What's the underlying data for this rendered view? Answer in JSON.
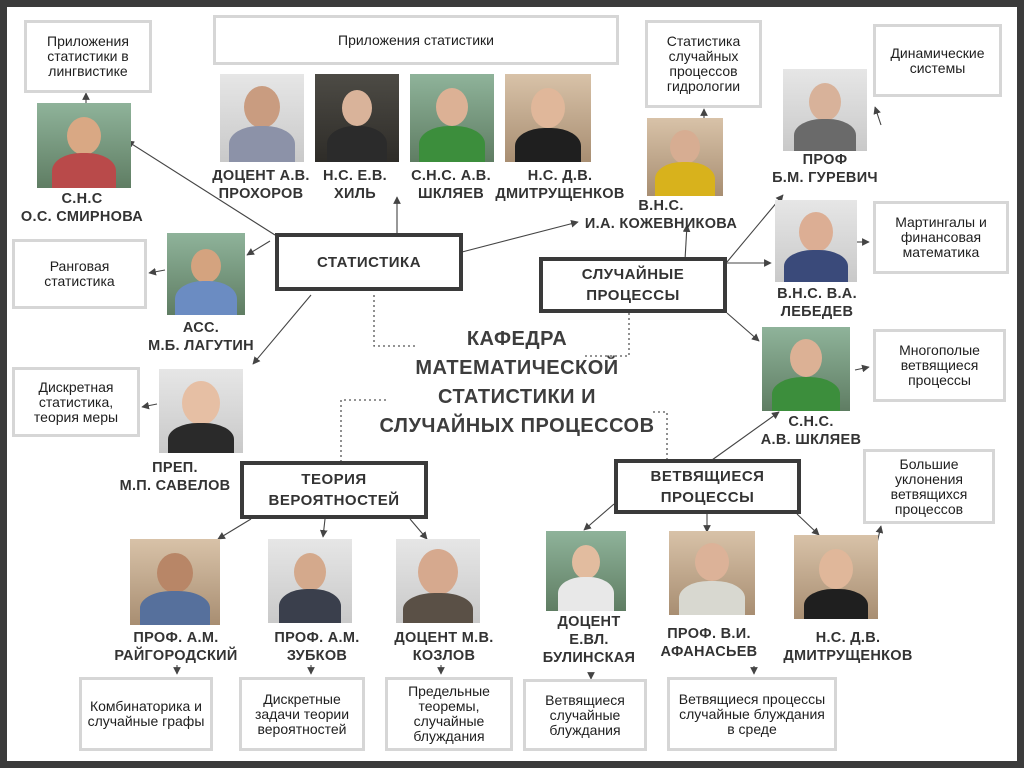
{
  "title": {
    "line1": "КАФЕДРА",
    "line2": "МАТЕМАТИЧЕСКОЙ",
    "line3": "СТАТИСТИКИ И",
    "line4": "СЛУЧАЙНЫХ ПРОЦЕССОВ"
  },
  "branches": {
    "statistics": "СТАТИСТИКА",
    "random_processes": "СЛУЧАЙНЫЕ ПРОЦЕССЫ",
    "probability": "ТЕОРИЯ ВЕРОЯТНОСТЕЙ",
    "branching": "ВЕТВЯЩИЕСЯ ПРОЦЕССЫ"
  },
  "topics": {
    "ling": "Приложения статистики в лингвистике",
    "stat_apps": "Приложения статистики",
    "rank": "Ранговая статистика",
    "discrete": "Дискретная статистика, теория меры",
    "hydro": "Статистика случайных процессов гидрологии",
    "dynamic": "Динамические системы",
    "martingales": "Мартингалы и финансовая математика",
    "multitype": "Многополые ветвящиеся процессы",
    "large_dev": "Большие уклонения ветвящихся процессов",
    "combinatorics": "Комбинаторика и случайные графы",
    "discrete_prob": "Дискретные задачи теории вероятностей",
    "limit": "Предельные теоремы, случайные блуждания",
    "branch_walks": "Ветвящиеся случайные блуждания",
    "branch_env": "Ветвящиеся процессы случайные блуждания в среде"
  },
  "people": {
    "smirnova": "С.Н.С\nО.С. СМИРНОВА",
    "prokhorov": "ДОЦЕНТ А.В.\nПРОХОРОВ",
    "khil": "Н.С. Е.В.\nХИЛЬ",
    "shklyaev_top": "С.Н.С. А.В.\nШКЛЯЕВ",
    "dmitr_top": "Н.С. Д.В.\nДМИТРУЩЕНКОВ",
    "lagutin": "АСС.\nМ.Б. ЛАГУТИН",
    "savelov": "ПРЕП.\nМ.П. САВЕЛОВ",
    "kozhevnikova": "В.Н.С.\nИ.А. КОЖЕВНИКОВА",
    "gurevich": "ПРОФ\nБ.М. ГУРЕВИЧ",
    "lebedev": "В.Н.С. В.А.\nЛЕБЕДЕВ",
    "shklyaev_right": "С.Н.С.\nА.В. ШКЛЯЕВ",
    "raigorodsky": "ПРОФ. А.М.\nРАЙГОРОДСКИЙ",
    "zubkov": "ПРОФ. А.М.\nЗУБКОВ",
    "kozlov": "ДОЦЕНТ М.В.\nКОЗЛОВ",
    "bulinskaya": "ДОЦЕНТ\nЕ.ВЛ.\nБУЛИНСКАЯ",
    "afanasyev": "ПРОФ. В.И.\nАФАНАСЬЕВ",
    "dmitr_bottom": "Н.С. Д.В.\nДМИТРУЩЕНКОВ"
  }
}
